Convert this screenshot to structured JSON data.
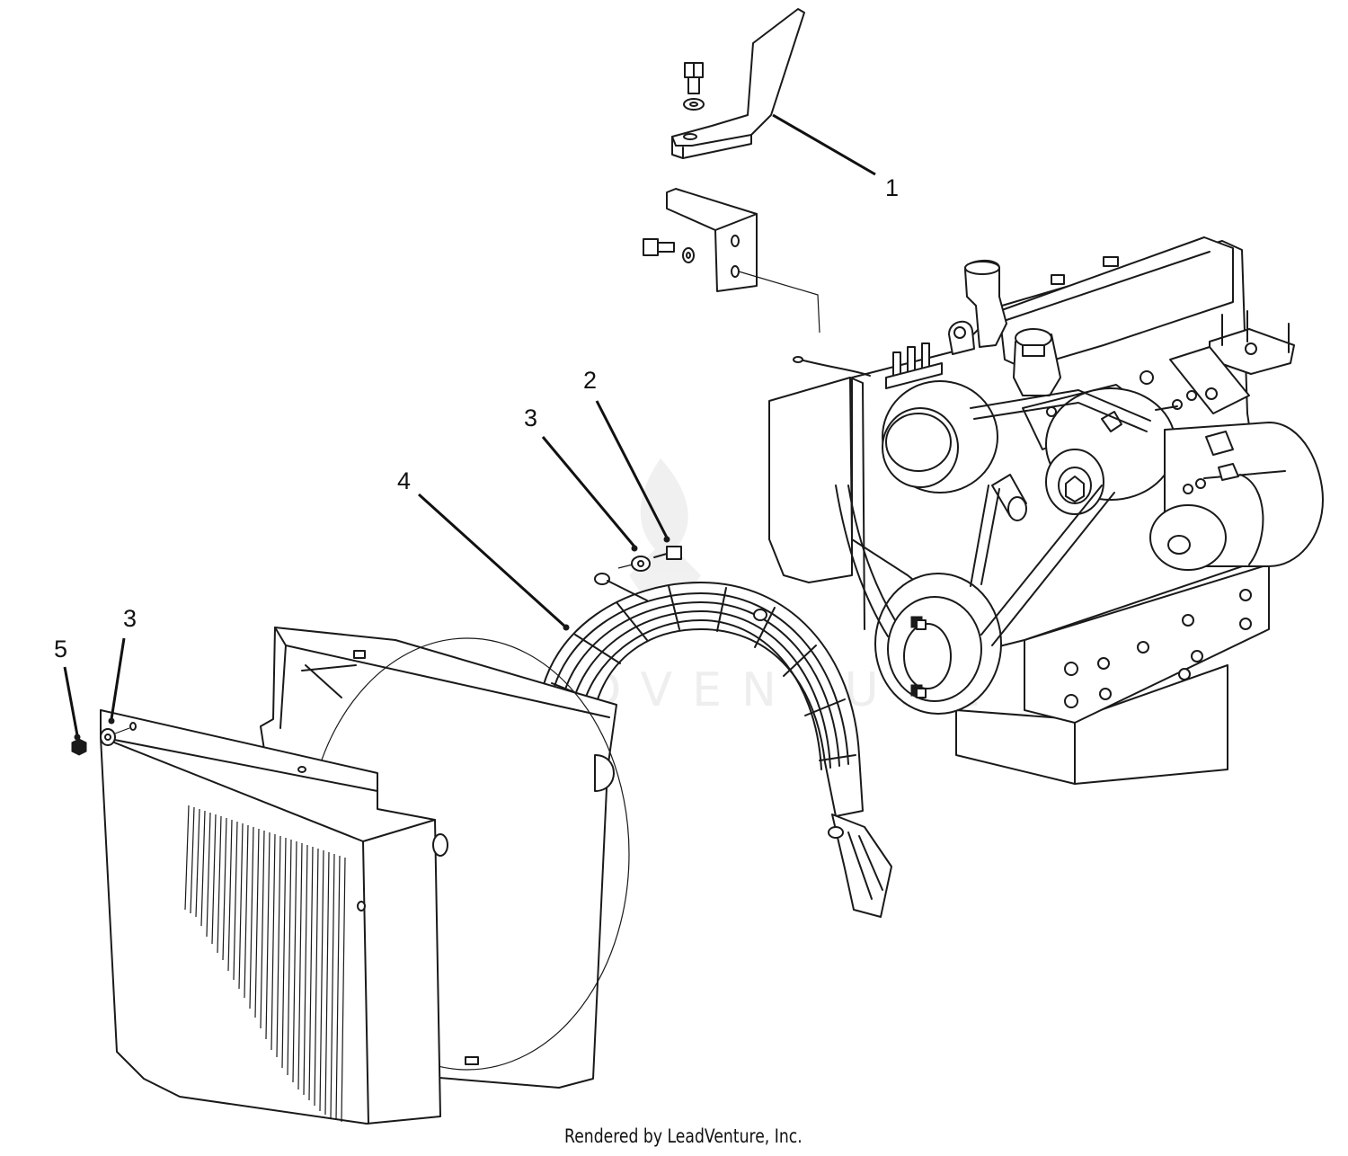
{
  "diagram": {
    "callouts": [
      {
        "id": "1",
        "label": "1"
      },
      {
        "id": "2",
        "label": "2"
      },
      {
        "id": "3a",
        "label": "3"
      },
      {
        "id": "4",
        "label": "4"
      },
      {
        "id": "3b",
        "label": "3"
      },
      {
        "id": "5",
        "label": "5"
      }
    ],
    "credit": "Rendered by LeadVenture, Inc.",
    "watermark": "LEADVENTURE"
  },
  "colors": {
    "line": "#1a1a1a",
    "background": "#ffffff",
    "watermark": "#eeeeee"
  }
}
